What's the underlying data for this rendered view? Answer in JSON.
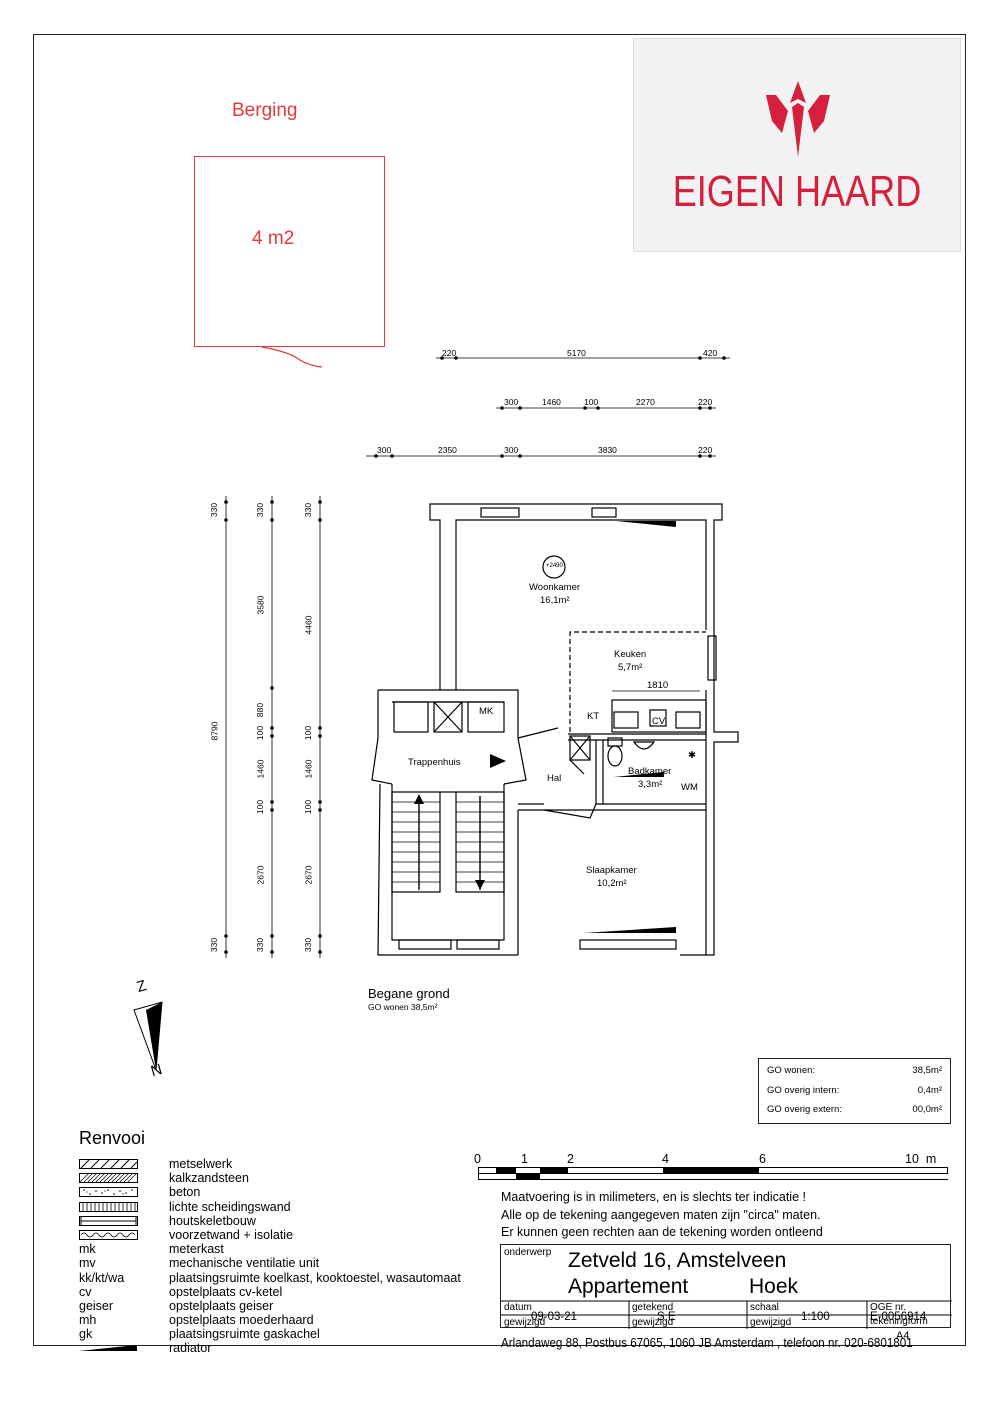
{
  "brand": {
    "logo_text": "EIGEN HAARD",
    "color": "#d51f3d"
  },
  "berging": {
    "label": "Berging",
    "area": "4 m2",
    "color": "#e03a3a"
  },
  "dimensions": {
    "top_row1": [
      "220",
      "5170",
      "420"
    ],
    "top_row2": [
      "300",
      "1460",
      "100",
      "2270",
      "220"
    ],
    "top_row3": [
      "300",
      "2350",
      "300",
      "3830",
      "220"
    ],
    "left_col1": [
      "330",
      "8790",
      "330"
    ],
    "left_col2": [
      "330",
      "3580",
      "880",
      "100",
      "1460",
      "100",
      "2670",
      "330"
    ],
    "left_col3": [
      "330",
      "4460",
      "100",
      "1460",
      "100",
      "2670",
      "330"
    ],
    "kitchen_width": "1810"
  },
  "rooms": {
    "woonkamer": {
      "name": "Woonkamer",
      "area": "16,1m²",
      "level": "+2490"
    },
    "keuken": {
      "name": "Keuken",
      "area": "5,7m²"
    },
    "trappenhuis": {
      "name": "Trappenhuis"
    },
    "hal": {
      "name": "Hal"
    },
    "badkamer": {
      "name": "Badkamer",
      "area": "3,3m²"
    },
    "slaapkamer": {
      "name": "Slaapkamer",
      "area": "10,2m²"
    },
    "mk": "MK",
    "kt": "KT",
    "cv": "CV",
    "wm": "WM"
  },
  "floor": {
    "title": "Begane grond",
    "subtitle": "GO wonen 38,5m²"
  },
  "compass": {
    "z": "Z",
    "n": "N"
  },
  "go_table": [
    {
      "label": "GO wonen:",
      "value": "38,5m²"
    },
    {
      "label": "GO overig intern:",
      "value": "0,4m²"
    },
    {
      "label": "GO overig extern:",
      "value": "00,0m²"
    }
  ],
  "renvooi": {
    "title": "Renvooi",
    "symbol_items": [
      {
        "symbol": "hatch-diagonal",
        "desc": "metselwerk"
      },
      {
        "symbol": "hatch-dense",
        "desc": "kalkzandsteen"
      },
      {
        "symbol": "dots",
        "desc": "beton"
      },
      {
        "symbol": "vertical-lines",
        "desc": "lichte scheidingswand"
      },
      {
        "symbol": "box-lines",
        "desc": "houtskeletbouw"
      },
      {
        "symbol": "wave",
        "desc": "voorzetwand + isolatie"
      }
    ],
    "abbr_items": [
      {
        "abbr": "mk",
        "desc": "meterkast"
      },
      {
        "abbr": "mv",
        "desc": "mechanische ventilatie unit"
      },
      {
        "abbr": "kk/kt/wa",
        "desc": "plaatsingsruimte koelkast, kooktoestel, wasautomaat"
      },
      {
        "abbr": "cv",
        "desc": "opstelplaats cv-ketel"
      },
      {
        "abbr": "geiser",
        "desc": "opstelplaats geiser"
      },
      {
        "abbr": "mh",
        "desc": "opstelplaats moederhaard"
      },
      {
        "abbr": "gk",
        "desc": "plaatsingsruimte gaskachel"
      }
    ],
    "radiator": "radiator"
  },
  "scale_bar": {
    "labels": [
      "0",
      "1",
      "2",
      "4",
      "6",
      "10  m"
    ]
  },
  "notes": [
    "Maatvoering is in milimeters, en is slechts ter indicatie !",
    "Alle op de tekening aangegeven maten zijn \"circa\" maten.",
    "Er kunnen geen rechten aan de tekening worden ontleend"
  ],
  "title_block": {
    "onderwerp_label": "onderwerp",
    "address": "Zetveld 16, Amstelveen",
    "type": "Appartement",
    "position": "Hoek",
    "datum_label": "datum",
    "datum": "09-03-21",
    "getekend_label": "getekend",
    "getekend": "S.E",
    "schaal_label": "schaal",
    "schaal": "1:100",
    "oge_label": "OGE nr.",
    "oge": "E-0056914",
    "gewijzigd1": "gewijzigd",
    "gewijzigd2": "gewijzigd",
    "gewijzigd3": "gewijzigd",
    "tekeningform_label": "tekeningform",
    "tekeningform": "A4"
  },
  "footer": "Arlandaweg 88, Postbus 67065, 1060 JB Amsterdam , telefoon nr. 020-6801801"
}
